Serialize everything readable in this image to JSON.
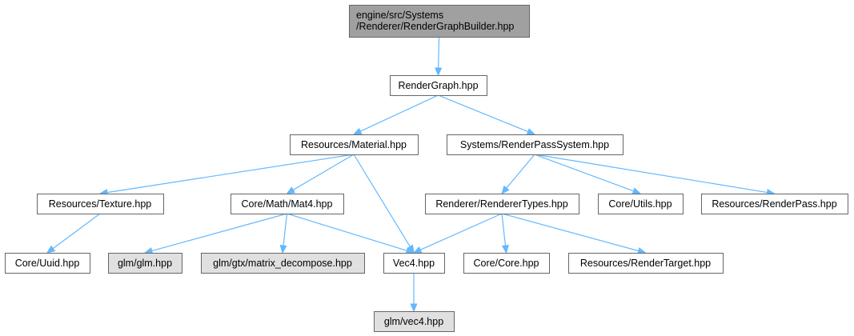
{
  "graph": {
    "colors": {
      "edge": "#63b8ff",
      "root_fill": "#a0a0a0",
      "default_fill": "#ffffff",
      "external_fill": "#e0e0e0",
      "border": "#666666"
    },
    "nodes": [
      {
        "id": "root",
        "lines": [
          "engine/src/Systems",
          "/Renderer/RenderGraphBuilder.hpp"
        ],
        "style": "root"
      },
      {
        "id": "rendergraph",
        "lines": [
          "RenderGraph.hpp"
        ],
        "style": "default"
      },
      {
        "id": "material",
        "lines": [
          "Resources/Material.hpp"
        ],
        "style": "default"
      },
      {
        "id": "renderpasssystem",
        "lines": [
          "Systems/RenderPassSystem.hpp"
        ],
        "style": "default"
      },
      {
        "id": "texture",
        "lines": [
          "Resources/Texture.hpp"
        ],
        "style": "default"
      },
      {
        "id": "mat4",
        "lines": [
          "Core/Math/Mat4.hpp"
        ],
        "style": "default"
      },
      {
        "id": "renderertypes",
        "lines": [
          "Renderer/RendererTypes.hpp"
        ],
        "style": "default"
      },
      {
        "id": "utils",
        "lines": [
          "Core/Utils.hpp"
        ],
        "style": "default"
      },
      {
        "id": "renderpass",
        "lines": [
          "Resources/RenderPass.hpp"
        ],
        "style": "default"
      },
      {
        "id": "uuid",
        "lines": [
          "Core/Uuid.hpp"
        ],
        "style": "default"
      },
      {
        "id": "glm",
        "lines": [
          "glm/glm.hpp"
        ],
        "style": "external"
      },
      {
        "id": "matrix_decompose",
        "lines": [
          "glm/gtx/matrix_decompose.hpp"
        ],
        "style": "external"
      },
      {
        "id": "vec4",
        "lines": [
          "Vec4.hpp"
        ],
        "style": "default"
      },
      {
        "id": "core",
        "lines": [
          "Core/Core.hpp"
        ],
        "style": "default"
      },
      {
        "id": "rendertarget",
        "lines": [
          "Resources/RenderTarget.hpp"
        ],
        "style": "default"
      },
      {
        "id": "glmvec4",
        "lines": [
          "glm/vec4.hpp"
        ],
        "style": "external"
      }
    ],
    "edges": [
      {
        "from": "root",
        "to": "rendergraph"
      },
      {
        "from": "rendergraph",
        "to": "material"
      },
      {
        "from": "rendergraph",
        "to": "renderpasssystem"
      },
      {
        "from": "material",
        "to": "texture"
      },
      {
        "from": "material",
        "to": "mat4"
      },
      {
        "from": "material",
        "to": "vec4"
      },
      {
        "from": "texture",
        "to": "uuid"
      },
      {
        "from": "mat4",
        "to": "glm"
      },
      {
        "from": "mat4",
        "to": "matrix_decompose"
      },
      {
        "from": "mat4",
        "to": "vec4"
      },
      {
        "from": "renderpasssystem",
        "to": "renderertypes"
      },
      {
        "from": "renderpasssystem",
        "to": "utils"
      },
      {
        "from": "renderpasssystem",
        "to": "renderpass"
      },
      {
        "from": "renderertypes",
        "to": "vec4"
      },
      {
        "from": "renderertypes",
        "to": "core"
      },
      {
        "from": "renderertypes",
        "to": "rendertarget"
      },
      {
        "from": "vec4",
        "to": "glmvec4"
      }
    ]
  }
}
